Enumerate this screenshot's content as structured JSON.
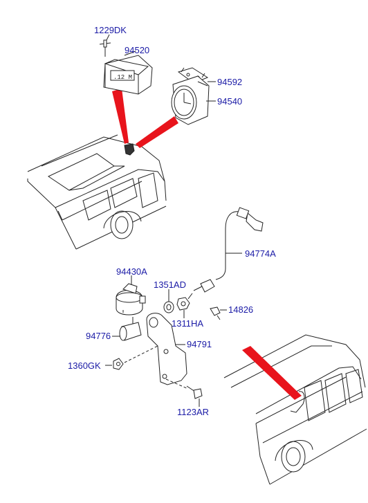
{
  "labels": {
    "p1229DK": "1229DK",
    "p94520": "94520",
    "p94592": "94592",
    "p94540": "94540",
    "p94774A": "94774A",
    "p94430A": "94430A",
    "p1351AD": "1351AD",
    "p14826": "14826",
    "p1311HA": "1311HA",
    "p94776": "94776",
    "p94791": "94791",
    "p1360GK": "1360GK",
    "p1123AR": "1123AR"
  },
  "colors": {
    "label": "#1a1aa6",
    "pointer": "#e8141c",
    "line": "#222222"
  },
  "icons": {
    "clock_display": "digital-clock",
    "analog_clock": "analog-clock",
    "vehicle": "minibus"
  }
}
